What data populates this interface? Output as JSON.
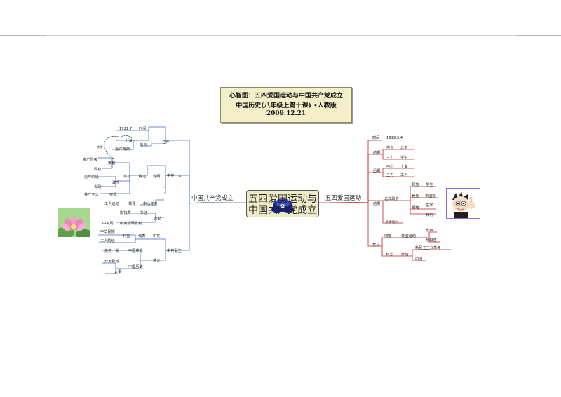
{
  "title": {
    "line1": "心智图：五四爱国运动与中国共产党成立",
    "line2": "中国历史(八年级上第十课) •人教版",
    "line3": "2009.12.21"
  },
  "center": {
    "line1": "五四爱国运动与",
    "line2": "中国共产党成立"
  },
  "left_branch": "中国共产党成立",
  "right_branch": "五四爱国运动",
  "left_nodes": {
    "date_1921": "1921.7",
    "time": "时间",
    "shanghai": "上海",
    "convene": "召开",
    "place": "地点",
    "jiaxing": "嘉兴南湖",
    "transfer": "转移",
    "overthrow": "推翻",
    "bourgeoisie": "资产阶级",
    "regime": "政权",
    "build": "建立",
    "goal": "目标",
    "determine": "确定",
    "party_program": "党纲",
    "proletariat": "无产阶级",
    "dictatorship": "专政",
    "cpc_first": "中共一大",
    "communism": "共产主义",
    "realize": "实现",
    "workers_movement": "工人运动",
    "lead": "领导",
    "central_task": "中心任务",
    "elect": "选举",
    "chen_duxiu": "陈独秀",
    "secretary": "书记",
    "central_bureau": "中央局",
    "leading_body": "中央领导机构",
    "nation": "中华民族",
    "interests": "利益",
    "represent": "代表",
    "cpc": "中共",
    "working_class": "工人阶级",
    "cpc_birth": "中共诞生",
    "brand_new": "焕然一新",
    "revolution": "中国革命",
    "significance_l": "意义",
    "epoch": "开天辟地",
    "history": "中国历史",
    "big_event": "大事"
  },
  "right_nodes": {
    "time": "时间",
    "date_1919": "1919.5.4",
    "early": "前期",
    "place": "地点",
    "beijing": "北京",
    "main_force_1": "主力",
    "students": "学生",
    "late": "后期",
    "center": "中心",
    "shanghai": "上海",
    "main_force_2": "主力",
    "workers": "工人",
    "result": "结果",
    "beiyang_gov": "北洋政府",
    "release": "释放",
    "students_2": "学生",
    "dismiss": "罢免",
    "traitors": "卖国贼",
    "refuse": "拒绝",
    "sign": "签字",
    "peace_treaty": "和约",
    "initial_victory": "初步胜利",
    "significance": "意义",
    "thorough": "彻底",
    "patriotic": "爱国运动",
    "anti_imperial": "反帝",
    "anti_feudal": "反封建",
    "marks": "标志",
    "begin": "开始",
    "new_democratic": "新民主主义革命",
    "china": "中国"
  },
  "colors": {
    "left_lines": "#3f66b8",
    "right_lines": "#c42020",
    "title_bg": "#f3efc8",
    "center_bg": "#eeeac6",
    "dashed_link": "#1f6a6a"
  },
  "icons": [
    "lotus-image",
    "astro-boy-image",
    "blue-flower-icon"
  ]
}
